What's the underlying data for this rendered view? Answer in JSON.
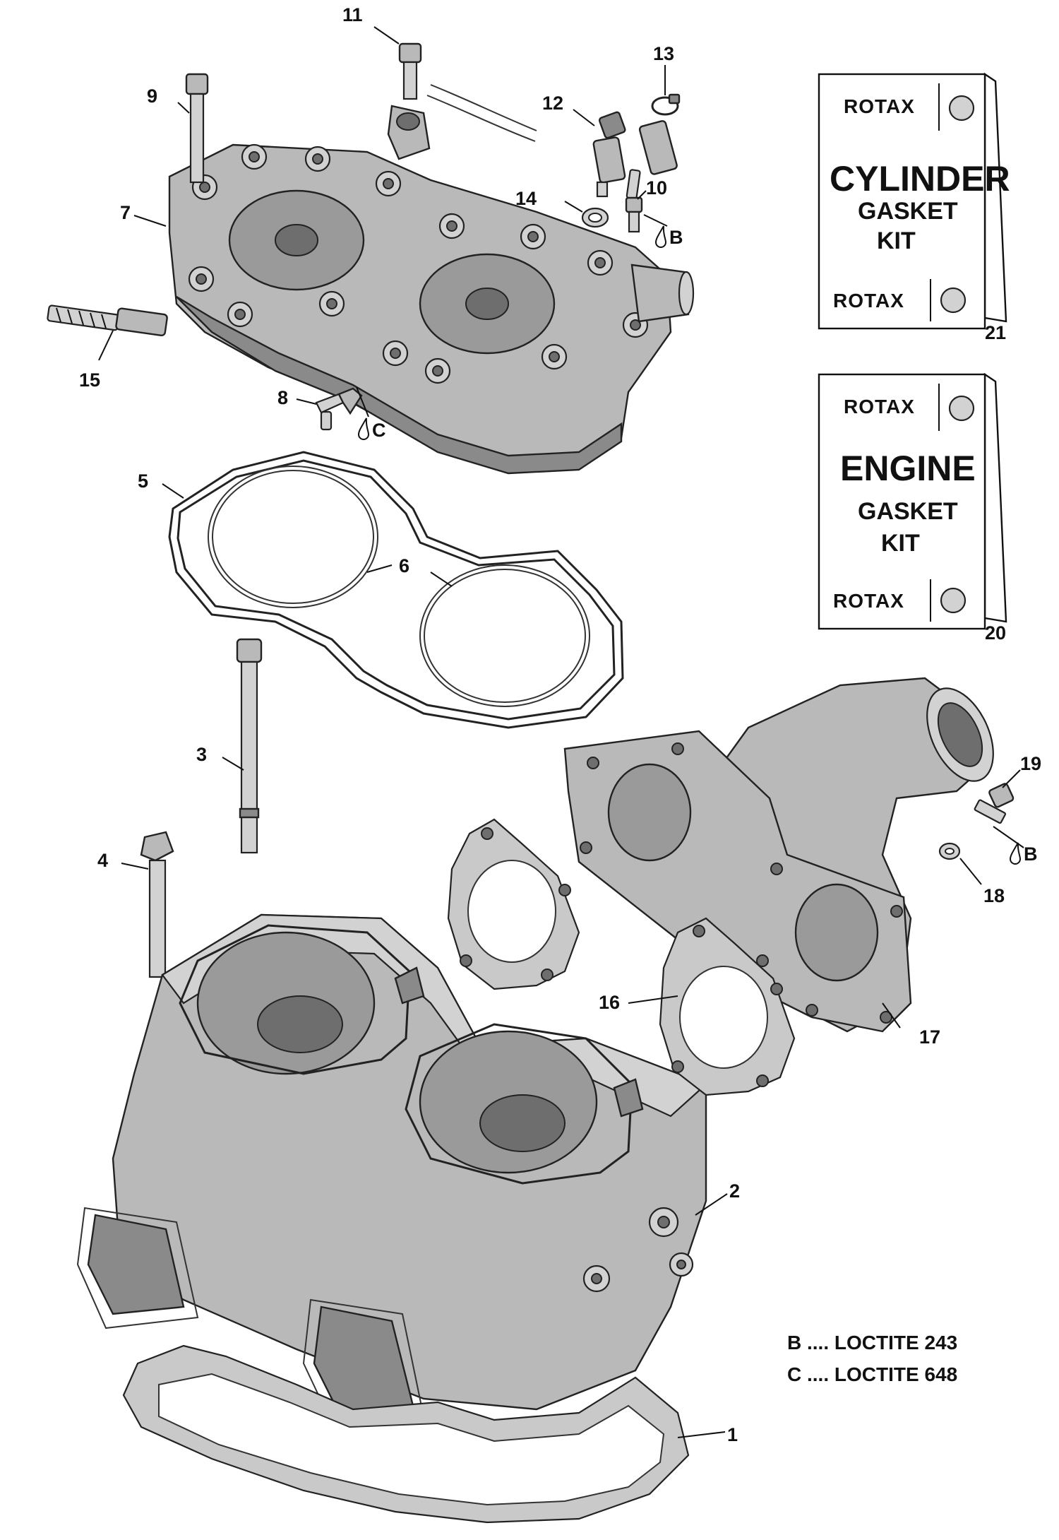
{
  "callouts": {
    "c1": "1",
    "c2": "2",
    "c3": "3",
    "c4": "4",
    "c5": "5",
    "c6": "6",
    "c7": "7",
    "c8": "8",
    "c9": "9",
    "c10": "10",
    "c11": "11",
    "c12": "12",
    "c13": "13",
    "c14": "14",
    "c15": "15",
    "c16": "16",
    "c17": "17",
    "c18": "18",
    "c19": "19"
  },
  "adhesive_marks": {
    "b_top": "B",
    "c_mid": "C",
    "b_right": "B"
  },
  "kits": {
    "cylinder": {
      "number": "21",
      "brand_top": "ROTAX",
      "line1": "CYLINDER",
      "line2": "GASKET",
      "line3": "KIT",
      "brand_bottom": "ROTAX"
    },
    "engine": {
      "number": "20",
      "brand_top": "ROTAX",
      "line1": "ENGINE",
      "line2": "GASKET",
      "line3": "KIT",
      "brand_bottom": "ROTAX"
    }
  },
  "legend": [
    {
      "code": "B",
      "text": "B .... LOCTITE 243"
    },
    {
      "code": "C",
      "text": "C .... LOCTITE 648"
    }
  ],
  "colors": {
    "part_fill": "#b9b9b9",
    "line": "#222222",
    "background": "#ffffff"
  }
}
